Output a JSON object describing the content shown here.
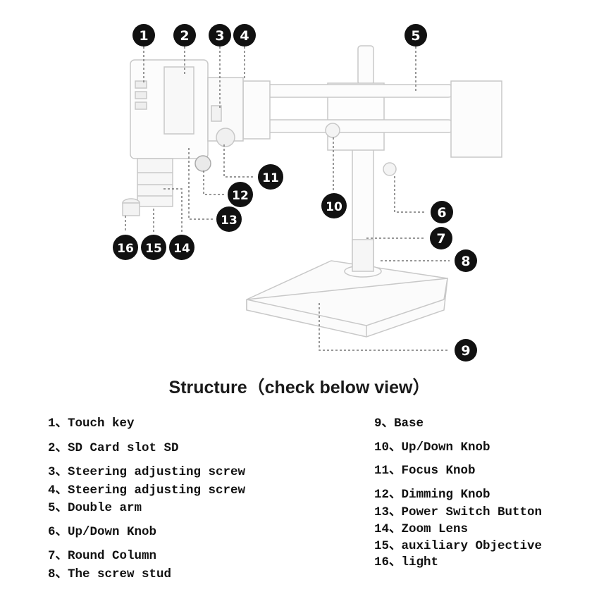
{
  "title": "Structure（check below view）",
  "callouts": [
    "1",
    "2",
    "3",
    "4",
    "5",
    "6",
    "7",
    "8",
    "9",
    "10",
    "11",
    "12",
    "13",
    "14",
    "15",
    "16"
  ],
  "legend_left": [
    "1、Touch key",
    "2、SD Card slot SD",
    "3、Steering adjusting screw",
    "4、Steering adjusting screw",
    "5、Double arm",
    "6、Up/Down Knob",
    "7、Round Column",
    "8、The screw stud"
  ],
  "legend_right": [
    "9、Base",
    "10、Up/Down Knob",
    "11、Focus Knob",
    "12、Dimming Knob",
    "13、Power Switch Button",
    "14、Zoom Lens",
    "15、auxiliary Objective",
    "16、light"
  ]
}
